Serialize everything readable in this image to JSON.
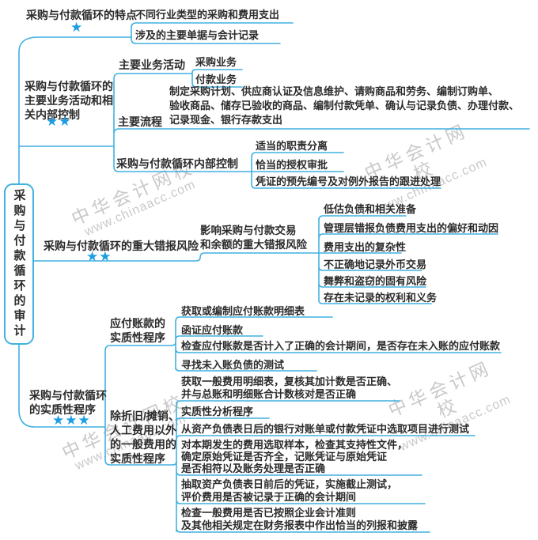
{
  "colors": {
    "line": "#41b1e1",
    "star": "#1b9de2",
    "text": "#2b2b2b",
    "watermark": "#c9c9c9"
  },
  "watermark": {
    "brand": "中华会计网校",
    "url": "www.chinaacc.com"
  },
  "root": {
    "title": "采购与付款循环的审计"
  },
  "branches": {
    "features": {
      "label": "采购与付款循环的特点",
      "stars": "★",
      "items": [
        "不同行业类型的采购和费用支出",
        "涉及的主要单据与会计记录"
      ]
    },
    "activities": {
      "label_lines": [
        "采购与付款循环的",
        "主要业务活动和相",
        "关内部控制"
      ],
      "stars": "★★",
      "business": {
        "label": "主要业务活动",
        "items": [
          "采购业务",
          "付款业务"
        ]
      },
      "process": {
        "label": "主要流程",
        "content_lines": [
          "制定采购计划、供应商认证及信息维护、请购商品和劳务、编制订购单、",
          "验收商品、储存已验收的商品、编制付款凭单、确认与记录负债、办理付款、",
          "记录现金、银行存款支出"
        ]
      },
      "control": {
        "label": "采购与付款循环内部控制",
        "items": [
          "适当的职责分离",
          "恰当的授权审批",
          "凭证的预先编号及对例外报告的跟进处理"
        ]
      }
    },
    "risks": {
      "label": "采购与付款循环的重大错报风险",
      "stars": "★★",
      "impact": {
        "label_lines": [
          "影响采购与付款交易",
          "和余额的重大错报风险"
        ],
        "items": [
          "低估负债和相关准备",
          "管理层错报负债费用支出的偏好和动因",
          "费用支出的复杂性",
          "不正确地记录外币交易",
          "舞弊和盗窃的固有风险",
          "存在未记录的权利和义务"
        ]
      }
    },
    "substantive": {
      "label_lines": [
        "采购与付款循环",
        "的实质性程序"
      ],
      "stars": "★★★",
      "payables": {
        "label_lines": [
          "应付账款的",
          "实质性程序"
        ],
        "items": [
          "获取或编制应付账款明细表",
          "函证应付账款",
          "检查应付账款是否计入了正确的会计期间，是否存在未入账的应付账款",
          "寻找未入账负债的测试"
        ]
      },
      "expenses": {
        "label_lines": [
          "除折旧/摊销、",
          "人工费用以外",
          "的一般费用的",
          "实质性程序"
        ],
        "items": [
          [
            "获取一般费用明细表，复核其加计数是否正确、",
            "并与总账和明细账合计数核对是否正确"
          ],
          [
            "实质性分析程序"
          ],
          [
            "从资产负债表日后的银行对账单或付款凭证中选取项目进行测试"
          ],
          [
            "对本期发生的费用选取样本，检查其支持性文件，",
            "确定原始凭证是否齐全，记账凭证与原始凭证",
            "是否相符以及账务处理是否正确"
          ],
          [
            "抽取资产负债表日前后的凭证，实施截止测试，",
            "评价费用是否被记录于正确的会计期间"
          ],
          [
            "检查一般费用是否已按照企业会计准则",
            "及其他相关规定在财务报表中作出恰当的列报和披露"
          ]
        ]
      }
    }
  }
}
